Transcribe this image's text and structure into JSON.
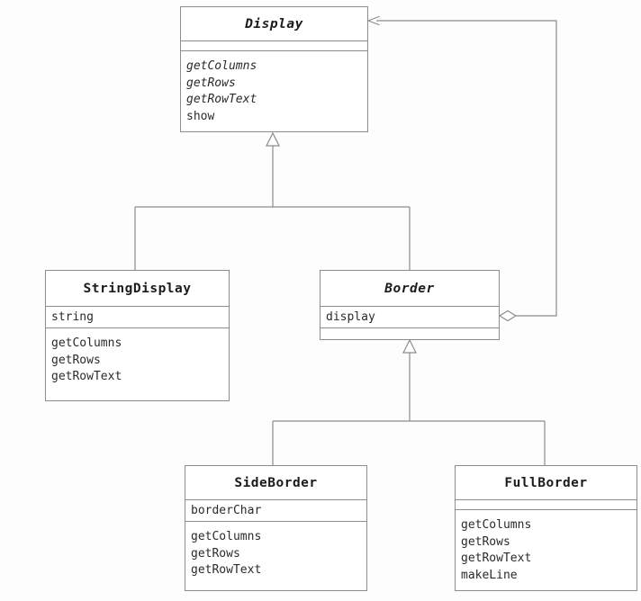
{
  "diagram": {
    "kind": "uml-class-diagram",
    "colors": {
      "stroke": "#8c8c8c",
      "text": "#1b1b1b",
      "background": "#fdfdfd",
      "fill": "#ffffff"
    }
  },
  "classes": [
    {
      "id": "display",
      "name": "Display",
      "abstract": true,
      "attributes": [],
      "operations": [
        {
          "label": "getColumns",
          "abstract": true
        },
        {
          "label": "getRows",
          "abstract": true
        },
        {
          "label": "getRowText",
          "abstract": true
        },
        {
          "label": "show",
          "abstract": false
        }
      ]
    },
    {
      "id": "stringdisplay",
      "name": "StringDisplay",
      "abstract": false,
      "attributes": [
        {
          "label": "string"
        }
      ],
      "operations": [
        {
          "label": "getColumns",
          "abstract": false
        },
        {
          "label": "getRows",
          "abstract": false
        },
        {
          "label": "getRowText",
          "abstract": false
        }
      ]
    },
    {
      "id": "border",
      "name": "Border",
      "abstract": true,
      "attributes": [
        {
          "label": "display"
        }
      ],
      "operations": []
    },
    {
      "id": "sideborder",
      "name": "SideBorder",
      "abstract": false,
      "attributes": [
        {
          "label": "borderChar"
        }
      ],
      "operations": [
        {
          "label": "getColumns",
          "abstract": false
        },
        {
          "label": "getRows",
          "abstract": false
        },
        {
          "label": "getRowText",
          "abstract": false
        }
      ]
    },
    {
      "id": "fullborder",
      "name": "FullBorder",
      "abstract": false,
      "attributes": [],
      "operations": [
        {
          "label": "getColumns",
          "abstract": false
        },
        {
          "label": "getRows",
          "abstract": false
        },
        {
          "label": "getRowText",
          "abstract": false
        },
        {
          "label": "makeLine",
          "abstract": false
        }
      ]
    }
  ],
  "relationships": [
    {
      "type": "generalization",
      "from": "StringDisplay",
      "to": "Display"
    },
    {
      "type": "generalization",
      "from": "Border",
      "to": "Display"
    },
    {
      "type": "generalization",
      "from": "SideBorder",
      "to": "Border"
    },
    {
      "type": "generalization",
      "from": "FullBorder",
      "to": "Border"
    },
    {
      "type": "aggregation",
      "from": "Border",
      "to": "Display",
      "role": "display"
    }
  ]
}
